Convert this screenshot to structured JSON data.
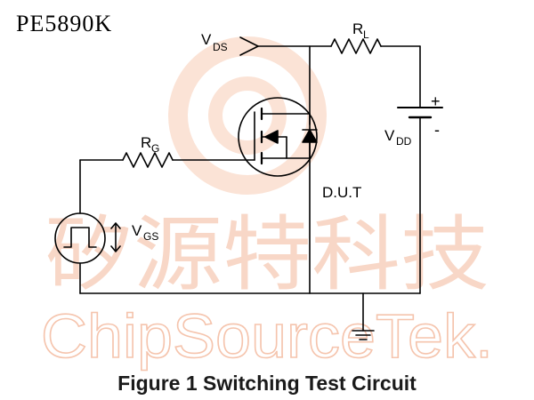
{
  "header": {
    "part_number": "PE5890K"
  },
  "watermark": {
    "chinese": "矽源特科技",
    "latin": "ChipSourceTek.",
    "color": "#f5c4ad"
  },
  "circuit": {
    "labels": {
      "vds_main": "V",
      "vds_sub": "DS",
      "rl_main": "R",
      "rl_sub": "L",
      "rg_main": "R",
      "rg_sub": "G",
      "vdd_main": "V",
      "vdd_sub": "DD",
      "vgs_main": "V",
      "vgs_sub": "GS",
      "plus": "+",
      "minus": "-",
      "dut": "D.U.T"
    },
    "components": [
      "ground-icon",
      "pulse-source-icon",
      "mosfet-icon",
      "battery-icon",
      "resistor-icon"
    ]
  },
  "caption": "Figure 1 Switching Test Circuit"
}
